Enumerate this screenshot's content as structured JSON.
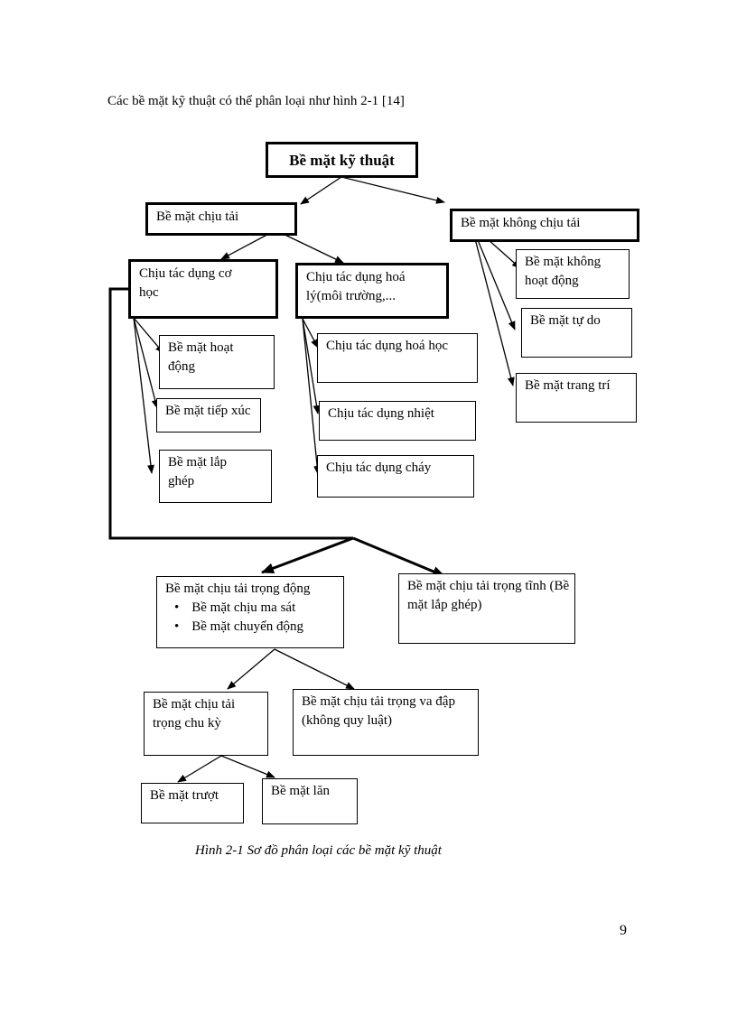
{
  "intro_text": "Các bề mặt kỹ thuật có thể phân loại như hình  2-1 [14]",
  "diagram": {
    "root": "Bề mặt kỹ thuật",
    "load_bearing": "Bề mặt chịu tải",
    "non_load_bearing": "Bề mặt không chịu tải",
    "mechanical": "Chịu tác dụng cơ học",
    "physchem": "Chịu tác dụng hoá lý(môi trường,...",
    "mech_children": [
      "Bề mặt hoạt động",
      "Bề mặt tiếp xúc",
      "Bề mặt lắp ghép"
    ],
    "physchem_children": [
      "Chịu tác dụng hoá học",
      "Chịu tác dụng nhiệt",
      "Chịu tác dụng cháy"
    ],
    "nonload_children": [
      "Bề mặt không hoạt động",
      "Bề mặt tự do",
      "Bề mặt trang trí"
    ],
    "dynamic": {
      "title": "Bề mặt chịu tải trọng động",
      "bullets": [
        "Bề mặt chịu ma sát",
        "Bề mặt chuyển động"
      ]
    },
    "static": "Bề mặt chịu tải trọng tĩnh (Bề mặt lắp ghép)",
    "cyclic": "Bề mặt chịu tải trọng chu kỳ",
    "impact": "Bề mặt chịu tải trọng va đập (không quy luật)",
    "sliding": "Bề mặt trượt",
    "rolling": "Bề mặt lăn"
  },
  "caption": "Hình   2-1 Sơ đồ phân loại các bề mặt kỹ thuật",
  "page_number": "9"
}
